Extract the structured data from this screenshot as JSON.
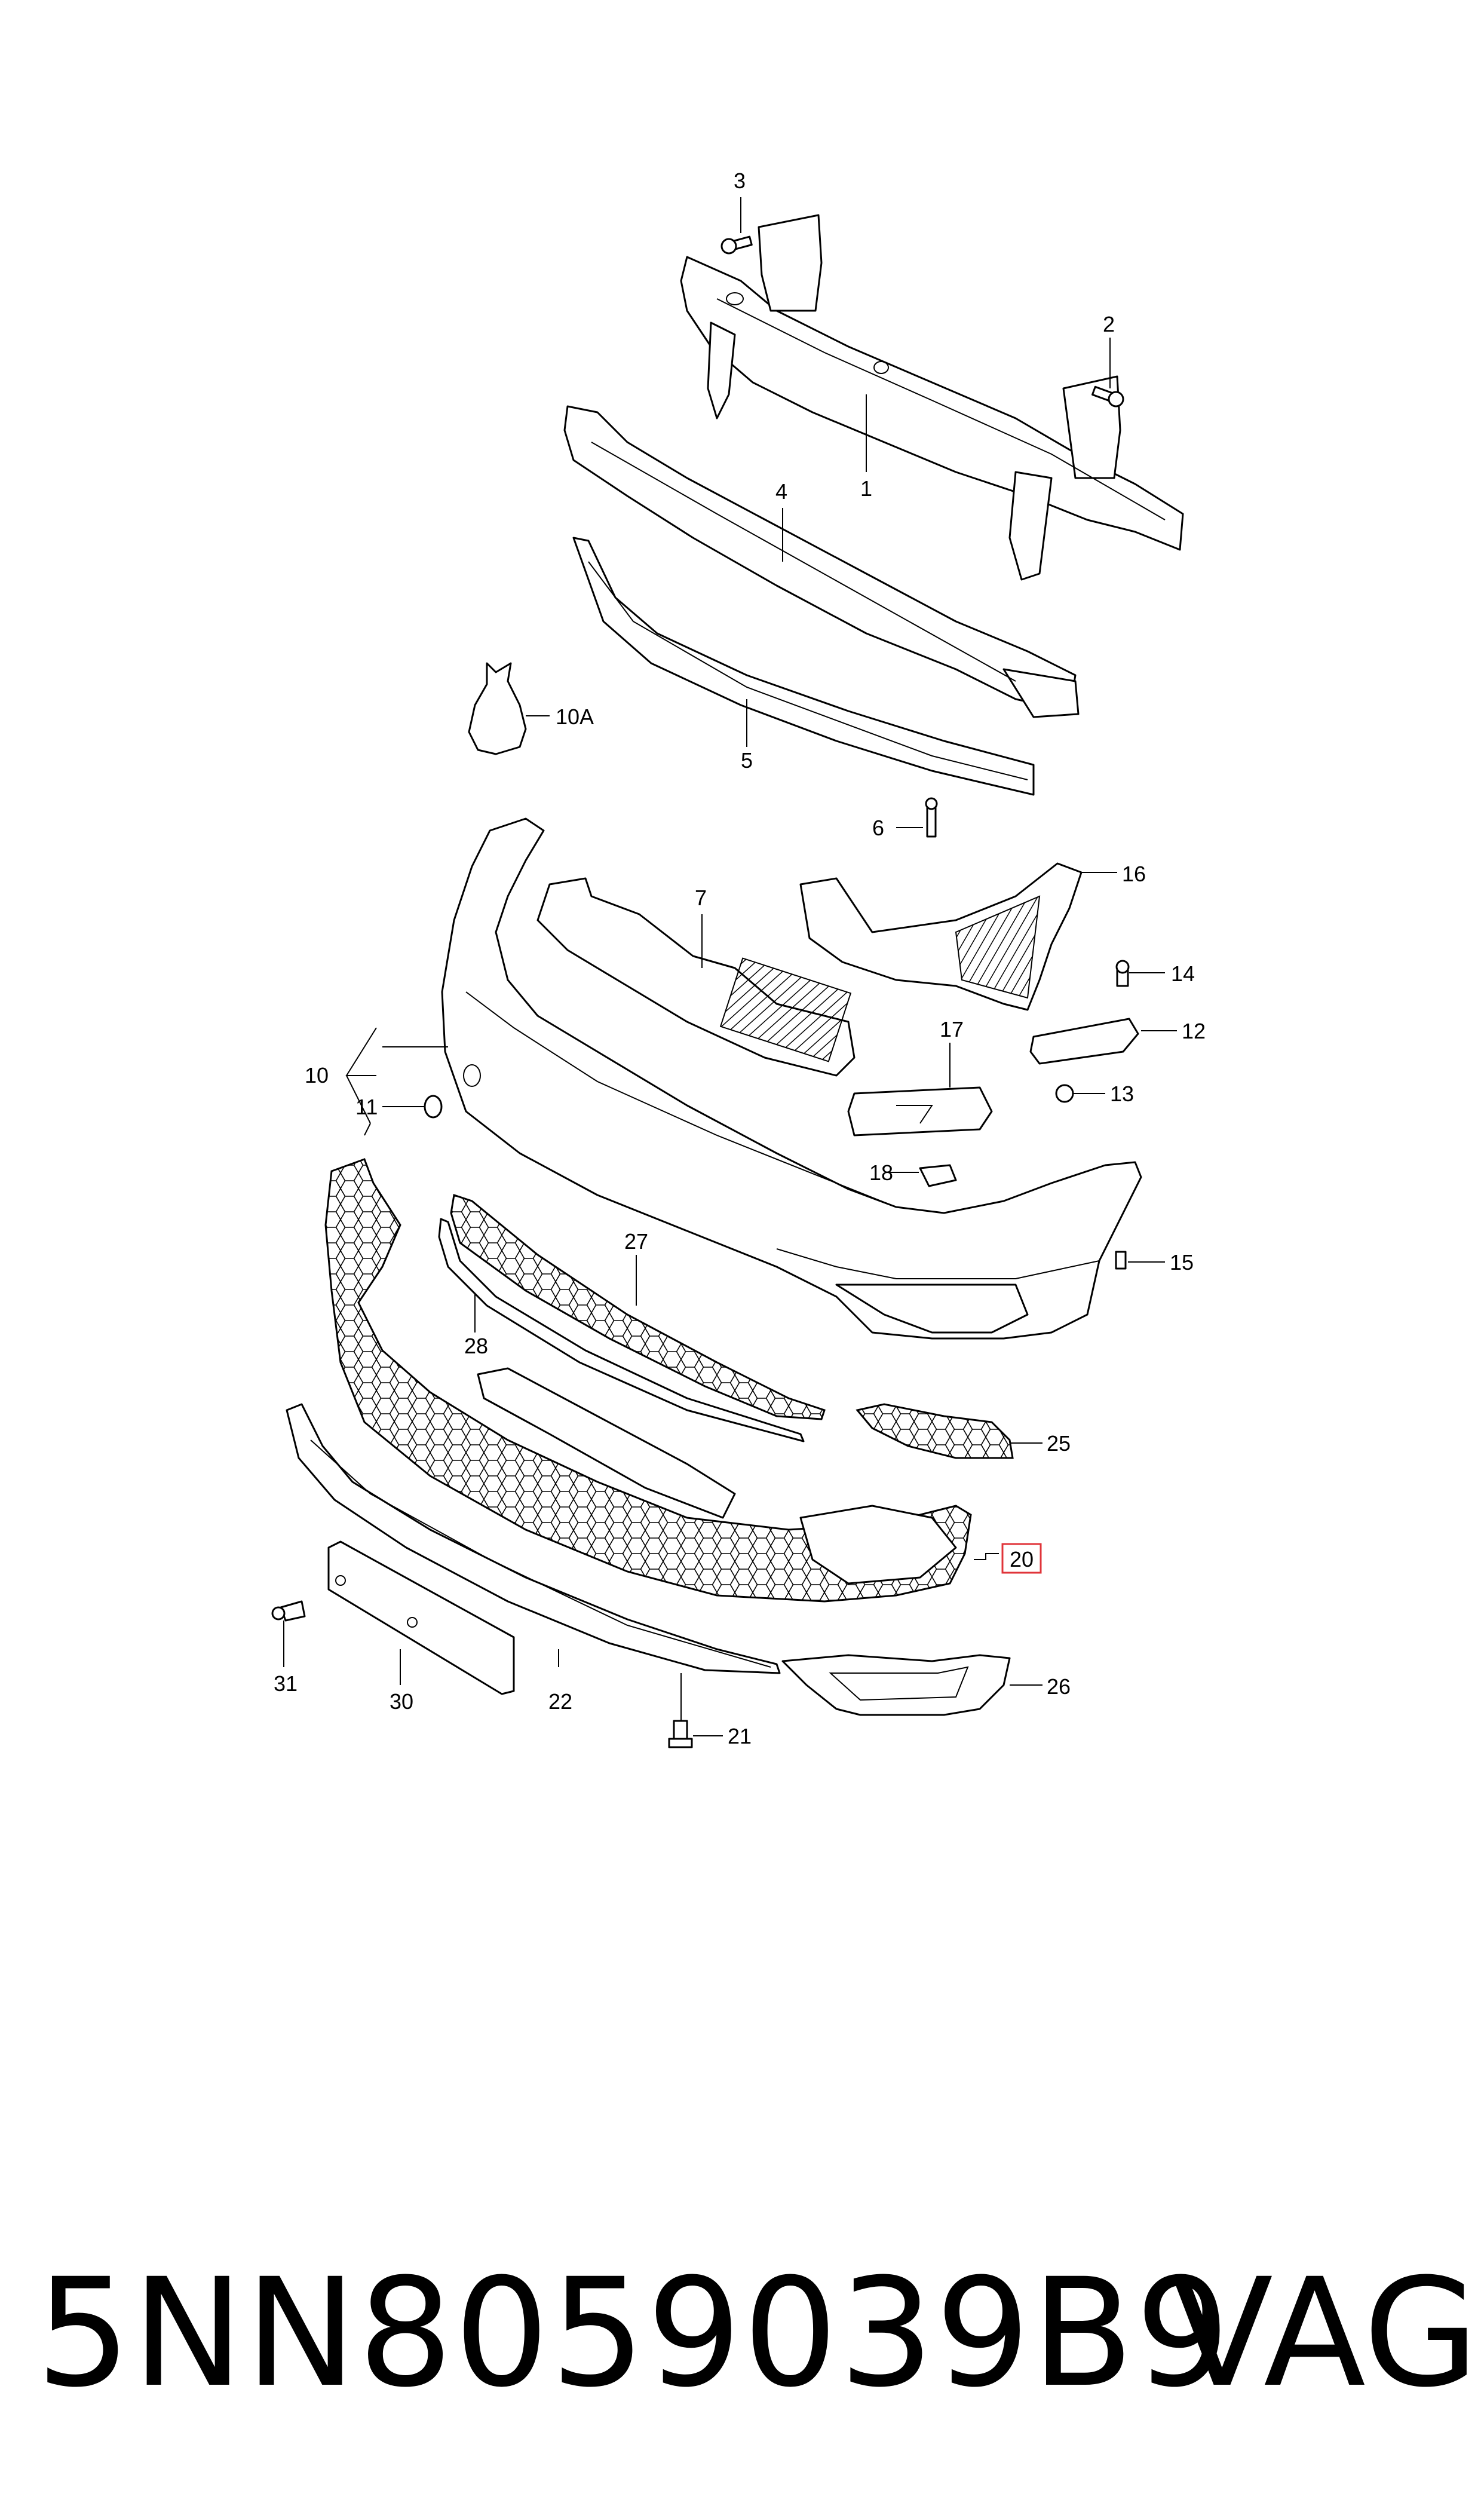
{
  "callouts": [
    {
      "id": "c1",
      "label": "1"
    },
    {
      "id": "c2",
      "label": "2"
    },
    {
      "id": "c3",
      "label": "3"
    },
    {
      "id": "c4",
      "label": "4"
    },
    {
      "id": "c5",
      "label": "5"
    },
    {
      "id": "c6",
      "label": "6"
    },
    {
      "id": "c7",
      "label": "7"
    },
    {
      "id": "c10",
      "label": "10"
    },
    {
      "id": "c10a",
      "label": "10A"
    },
    {
      "id": "c11",
      "label": "11"
    },
    {
      "id": "c12",
      "label": "12"
    },
    {
      "id": "c13",
      "label": "13"
    },
    {
      "id": "c14",
      "label": "14"
    },
    {
      "id": "c15",
      "label": "15"
    },
    {
      "id": "c16",
      "label": "16"
    },
    {
      "id": "c17",
      "label": "17"
    },
    {
      "id": "c18",
      "label": "18"
    },
    {
      "id": "c20",
      "label": "20",
      "highlighted": true
    },
    {
      "id": "c21",
      "label": "21"
    },
    {
      "id": "c22",
      "label": "22"
    },
    {
      "id": "c25",
      "label": "25"
    },
    {
      "id": "c26",
      "label": "26"
    },
    {
      "id": "c27",
      "label": "27"
    },
    {
      "id": "c28",
      "label": "28"
    },
    {
      "id": "c30",
      "label": "30"
    },
    {
      "id": "c31",
      "label": "31"
    }
  ],
  "highlight_color": "#e0343a",
  "footer": {
    "part_number": "5NN8059039B9",
    "brand": "VAG"
  }
}
